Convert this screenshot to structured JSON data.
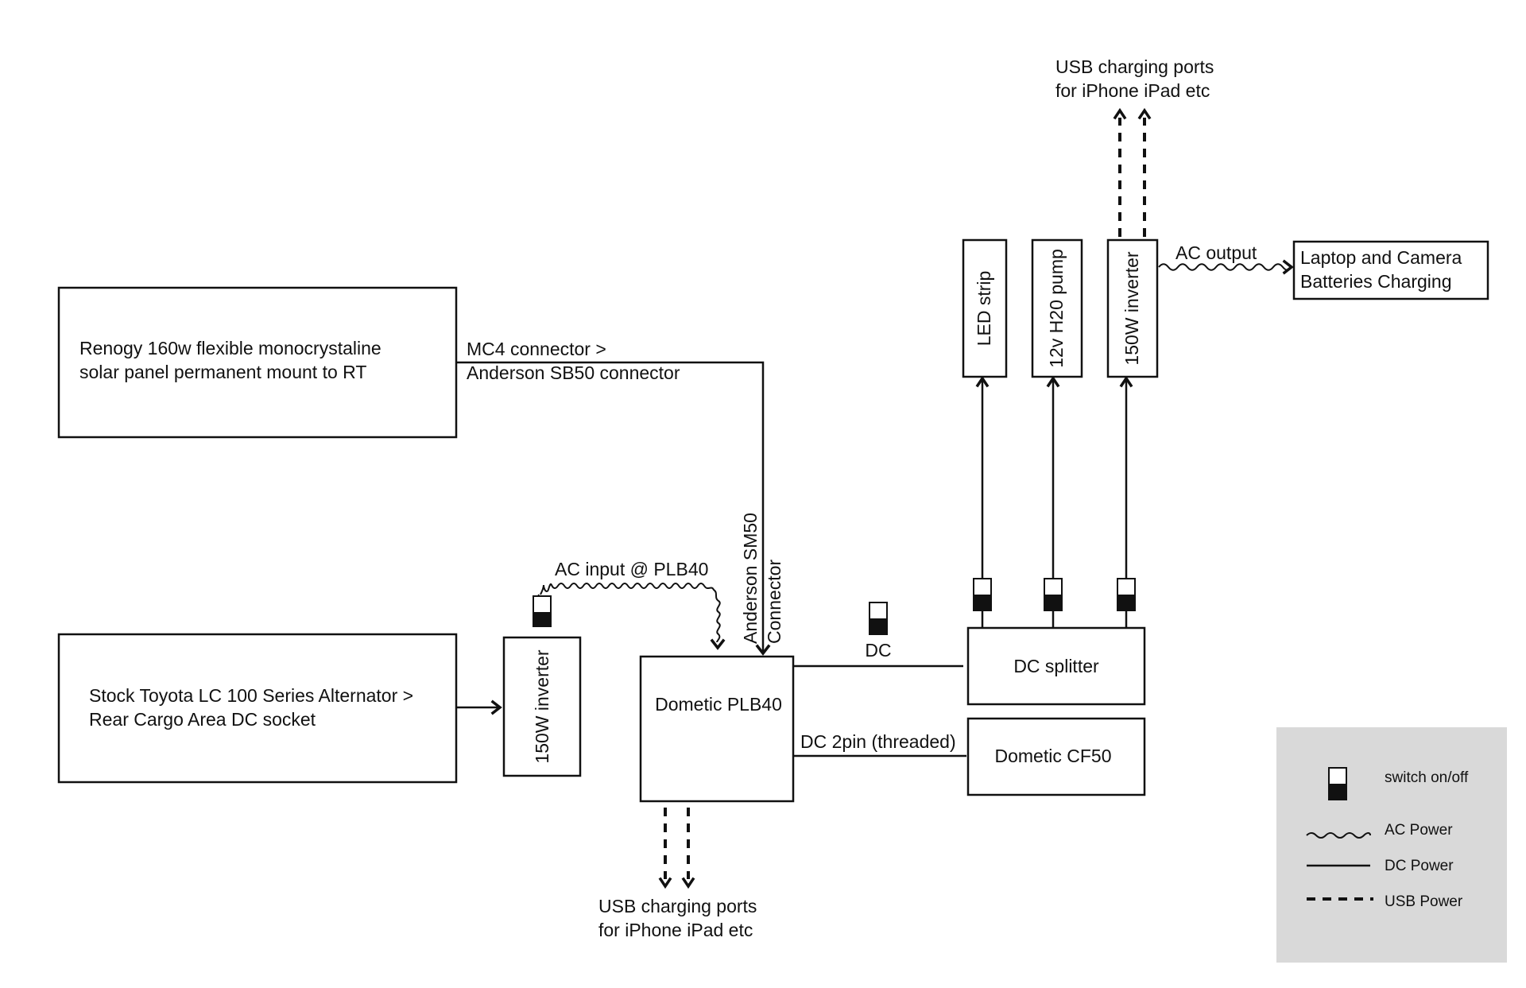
{
  "boxes": {
    "solar_panel": [
      "Renogy 160w flexible monocrystaline",
      "solar panel permanent mount to RT"
    ],
    "alternator": [
      "Stock Toyota LC 100 Series Alternator >",
      "Rear Cargo Area DC socket"
    ],
    "inverter_left": "150W inverter",
    "plb40": "Dometic PLB40",
    "dc_splitter": "DC splitter",
    "cf50": "Dometic CF50",
    "led_strip": "LED strip",
    "pump": "12v H20 pump",
    "inverter_right": "150W inverter",
    "laptop": [
      "Laptop and Camera",
      "Batteries Charging"
    ]
  },
  "connections": {
    "mc4": [
      "MC4 connector >",
      "Anderson SB50 connector"
    ],
    "anderson_sm50": [
      "Anderson SM50",
      "Connector"
    ],
    "ac_input": "AC input @ PLB40",
    "dc": "DC",
    "dc_2pin": "DC 2pin (threaded)",
    "ac_output": "AC output",
    "usb_top": [
      "USB charging ports",
      "for iPhone iPad etc"
    ],
    "usb_bottom": [
      "USB charging ports",
      "for iPhone iPad etc"
    ]
  },
  "legend": {
    "background": "#d9d9d9",
    "items": [
      {
        "label": "switch on/off",
        "icon": "switch-icon"
      },
      {
        "label": "AC Power",
        "icon": "wavy-line-icon"
      },
      {
        "label": "DC Power",
        "icon": "solid-line-icon"
      },
      {
        "label": "USB Power",
        "icon": "dashed-line-icon"
      }
    ]
  }
}
